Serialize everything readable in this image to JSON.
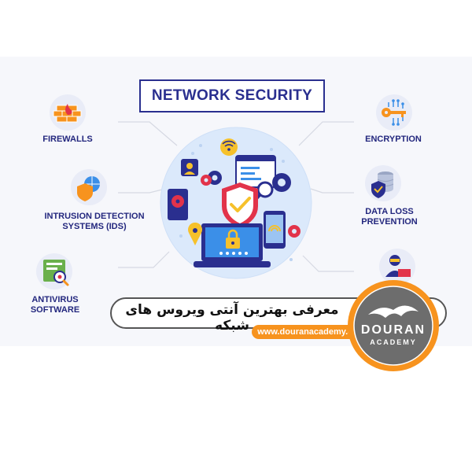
{
  "title": "NETWORK SECURITY",
  "items": {
    "firewalls": {
      "label": "FIREWALLS",
      "icon": "firewall-icon"
    },
    "ids": {
      "label_line1": "INTRUSION DETECTION",
      "label_line2": "SYSTEMS (IDS)",
      "icon": "shield-globe-icon"
    },
    "antivirus": {
      "label_line1": "ANTIVIRUS",
      "label_line2": "SOFTWARE",
      "icon": "antivirus-icon"
    },
    "encryption": {
      "label": "ENCRYPTION",
      "icon": "key-circuit-icon"
    },
    "dlp": {
      "label_line1": "DATA LOSS",
      "label_line2": "PREVENTION",
      "icon": "database-shield-icon"
    },
    "hacker": {
      "icon": "hacker-icon"
    }
  },
  "banner": {
    "text": "معرفی بهترین آنتی ویروس های شبکه",
    "url": "www.douranacademy.com"
  },
  "logo": {
    "line1": "DOURAN",
    "line2": "ACADEMY"
  },
  "colors": {
    "navy": "#2a2f8f",
    "hub_blue": "#3b8fe8",
    "hub_light": "#dbe9fb",
    "orange": "#f7931e",
    "red": "#e2334a",
    "yellow": "#f6c12b"
  }
}
